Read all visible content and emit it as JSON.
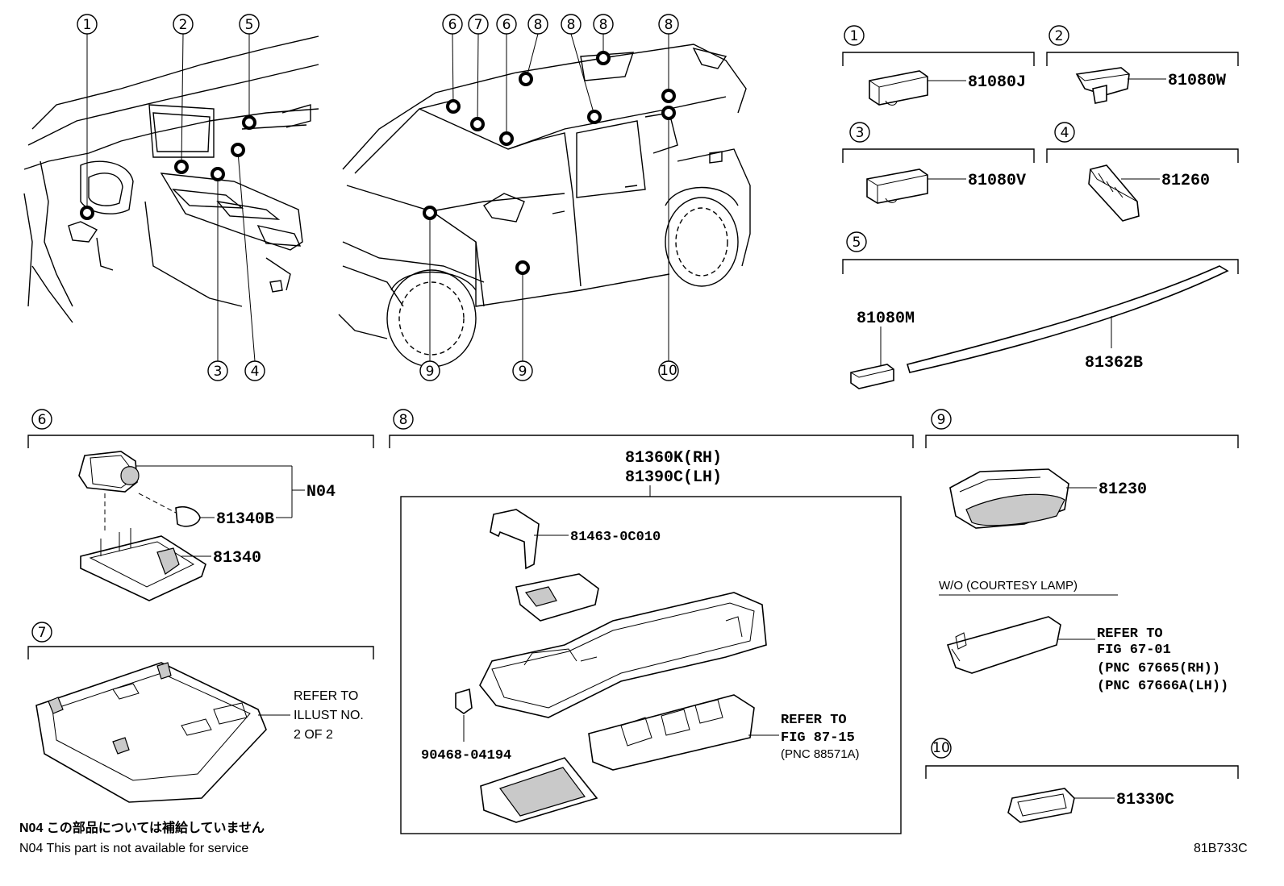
{
  "diagram_code": "81B733C",
  "callouts": {
    "c1": "1",
    "c2": "2",
    "c3": "3",
    "c4": "4",
    "c5": "5",
    "c6": "6",
    "c7": "7",
    "c8": "8",
    "c9": "9",
    "c10": "10"
  },
  "groups": {
    "g1": {
      "number": "1",
      "part": "81080J"
    },
    "g2": {
      "number": "2",
      "part": "81080W"
    },
    "g3": {
      "number": "3",
      "part": "81080V"
    },
    "g4": {
      "number": "4",
      "part": "81260"
    },
    "g5": {
      "number": "5",
      "part_a": "81080M",
      "part_b": "81362B"
    },
    "g6": {
      "number": "6",
      "part_bulb": "81340B",
      "part_lamp": "81340",
      "note_code": "N04"
    },
    "g7": {
      "number": "7",
      "refer_line1": "REFER TO",
      "refer_line2": "ILLUST NO.",
      "refer_line3": "2 OF 2"
    },
    "g8": {
      "number": "8",
      "assy_rh": "81360K(RH)",
      "assy_lh": "81390C(LH)",
      "part_bracket": "81463-0C010",
      "part_clip": "90468-04194",
      "refer_line1": "REFER TO",
      "refer_line2": "FIG 87-15",
      "refer_line3": "(PNC 88571A)"
    },
    "g9": {
      "number": "9",
      "part": "81230",
      "variant_label": "W/O (COURTESY LAMP)",
      "refer_line1": "REFER TO",
      "refer_line2": "FIG 67-01",
      "refer_line3": "(PNC 67665(RH))",
      "refer_line4": "(PNC 67666A(LH))"
    },
    "g10": {
      "number": "10",
      "part": "81330C"
    }
  },
  "footnotes": {
    "jp": "N04 この部品については補給していません",
    "en": "N04 This part is not available for service"
  }
}
